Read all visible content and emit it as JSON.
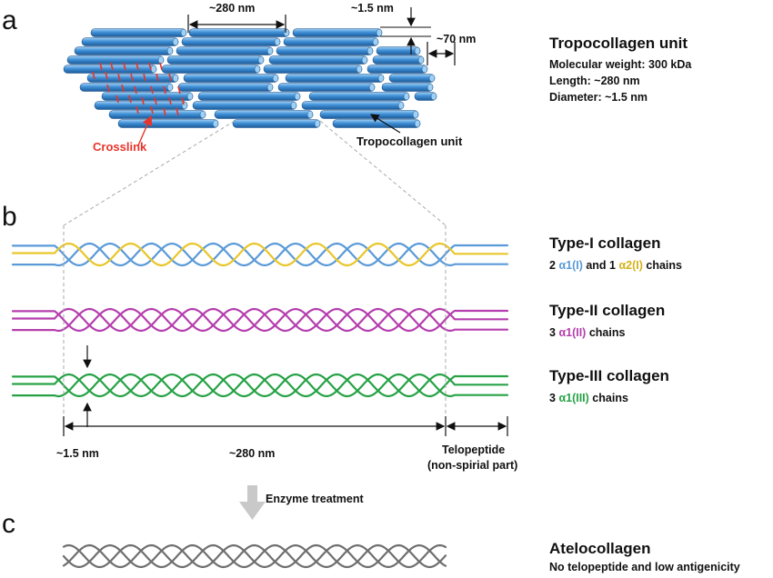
{
  "panels": {
    "a": {
      "letter": "a",
      "dim_length": "~280 nm",
      "dim_diameter": "~1.5 nm",
      "dim_gap": "~70 nm",
      "crosslink_label": "Crosslink",
      "unit_label": "Tropocollagen unit",
      "info_title": "Tropocollagen unit",
      "info_lines": [
        "Molecular weight: 300 kDa",
        "Length: ~280 nm",
        "Diameter: ~1.5 nm"
      ]
    },
    "b": {
      "letter": "b",
      "types": [
        {
          "title": "Type-I collagen",
          "prefix": "2 ",
          "chainA": "α1(I)",
          "mid": " and 1 ",
          "chainB": "α2(I)",
          "suffix": " chains"
        },
        {
          "title": "Type-II collagen",
          "prefix": "3 ",
          "chainA": "α1(II)",
          "suffix": " chains"
        },
        {
          "title": "Type-III collagen",
          "prefix": "3 ",
          "chainA": "α1(III)",
          "suffix": " chains"
        }
      ],
      "dim_diameter": "~1.5 nm",
      "dim_length": "~280 nm",
      "telopeptide_line1": "Telopeptide",
      "telopeptide_line2": "(non-spirial part)"
    },
    "arrow_label": "Enzyme treatment",
    "c": {
      "letter": "c",
      "title": "Atelocollagen",
      "subtitle": "No telopeptide and low antigenicity"
    }
  },
  "colors": {
    "rod_fill": "#3f8fd6",
    "rod_light": "#9fd0f5",
    "rod_edge": "#1c4f86",
    "crosslink": "#e8342a",
    "blue": "#5a9ad8",
    "yellow": "#e8c62a",
    "magenta": "#b53fae",
    "green": "#27a246",
    "gray": "#6f6f6f"
  }
}
